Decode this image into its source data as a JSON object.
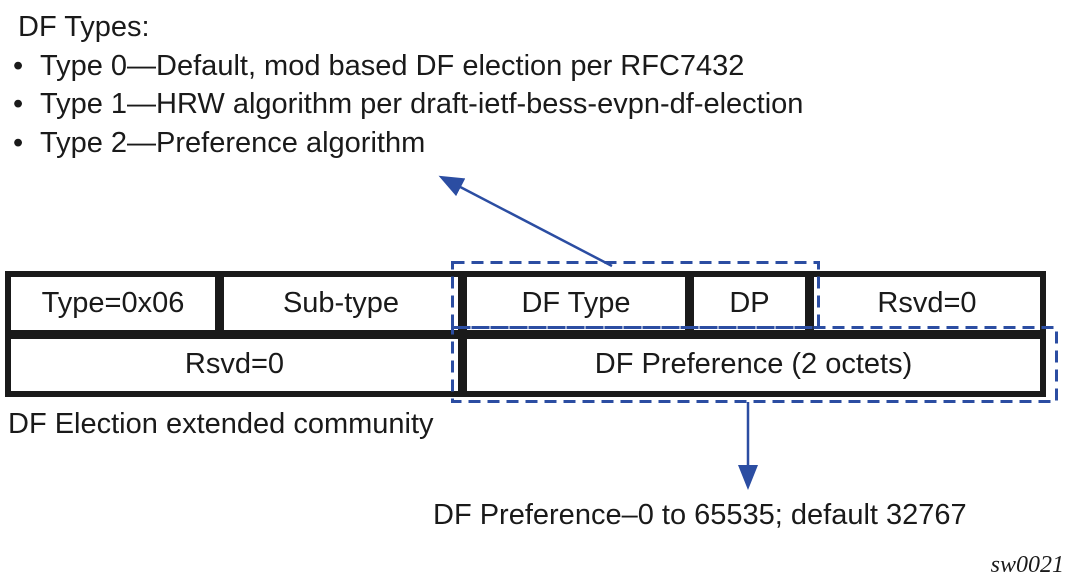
{
  "colors": {
    "accent_blue": "#2b4da2",
    "ink": "#1a1a1a"
  },
  "header": {
    "title": "DF Types:",
    "bullet_char": "•",
    "bullets": [
      "Type 0—Default, mod based DF election per RFC7432",
      "Type 1—HRW algorithm per draft-ietf-bess-evpn-df-election",
      "Type 2—Preference algorithm"
    ]
  },
  "packet_diagram": {
    "caption": "DF Election extended community",
    "rows": [
      {
        "cells": [
          {
            "label": "Type=0x06"
          },
          {
            "label": "Sub-type"
          },
          {
            "label": "DF Type"
          },
          {
            "label": "DP"
          },
          {
            "label": "Rsvd=0"
          }
        ]
      },
      {
        "cells": [
          {
            "label": "Rsvd=0"
          },
          {
            "label": "DF Preference (2 octets)"
          }
        ]
      }
    ]
  },
  "annotations": {
    "df_preference_note": "DF Preference–0 to 65535; default 32767",
    "figure_id": "sw0021"
  }
}
